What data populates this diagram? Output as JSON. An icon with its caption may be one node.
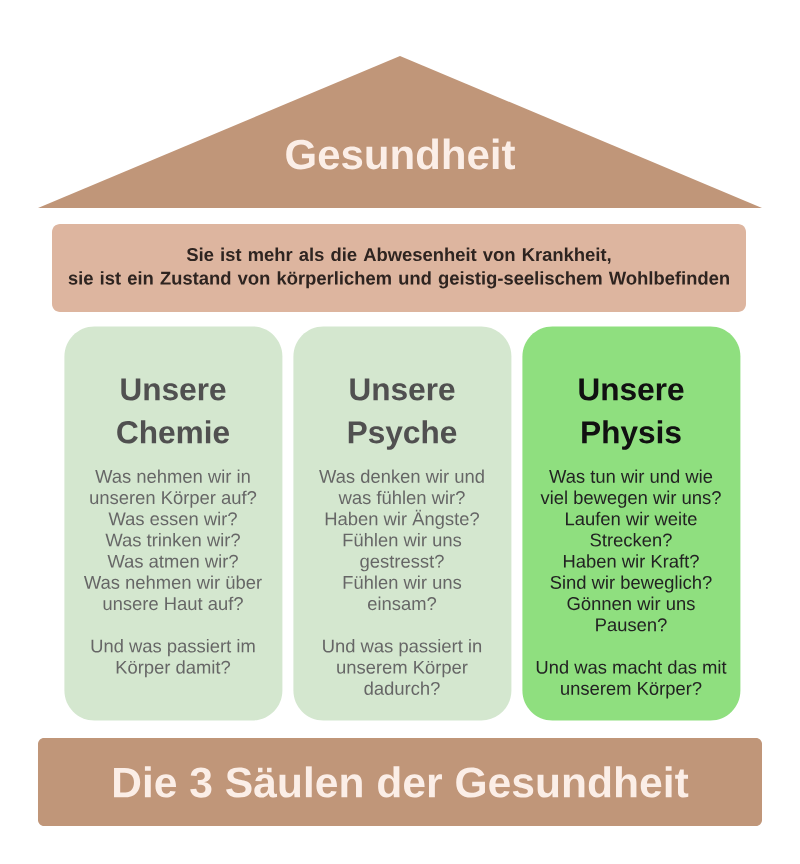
{
  "diagram": {
    "nodes": [
      {
        "text": [
          "Gesundheit"
        ]
      },
      {
        "text": [
          "Sie ist mehr als die Abwesenheit von Krankheit, sie ist ein Zustand von körperlichem und geistig-seelischem Wohlbefinden"
        ]
      },
      {
        "text": [
          "Unsere Chemie",
          "Was nehmen wir in unseren Körper auf?",
          "Was essen wir?",
          "Was trinken wir?",
          "Was atmen wir?",
          "Was nehmen wir über unsere Haut auf?",
          "Und was passiert im Körper damit?"
        ]
      },
      {
        "text": [
          "Unsere Psyche",
          "Was denken wir und was fühlen wir?",
          "Haben wir Ängste?",
          "Fühlen wir uns gestresst?",
          "Fühlen wir uns einsam?",
          "Und was passiert in unserem Körper dadurch?"
        ]
      },
      {
        "text": [
          "Unsere Physis",
          "Was tun wir und wie viel bewegen wir uns?",
          "Laufen wir weite Strecken?",
          "Haben wir Kraft?",
          "Sind wir beweglich?",
          "Gönnen wir uns Pausen?",
          "Und was macht das mit unserem Körper?"
        ]
      },
      {
        "text": [
          "Die 3 Säulen der Gesundheit"
        ]
      }
    ]
  }
}
